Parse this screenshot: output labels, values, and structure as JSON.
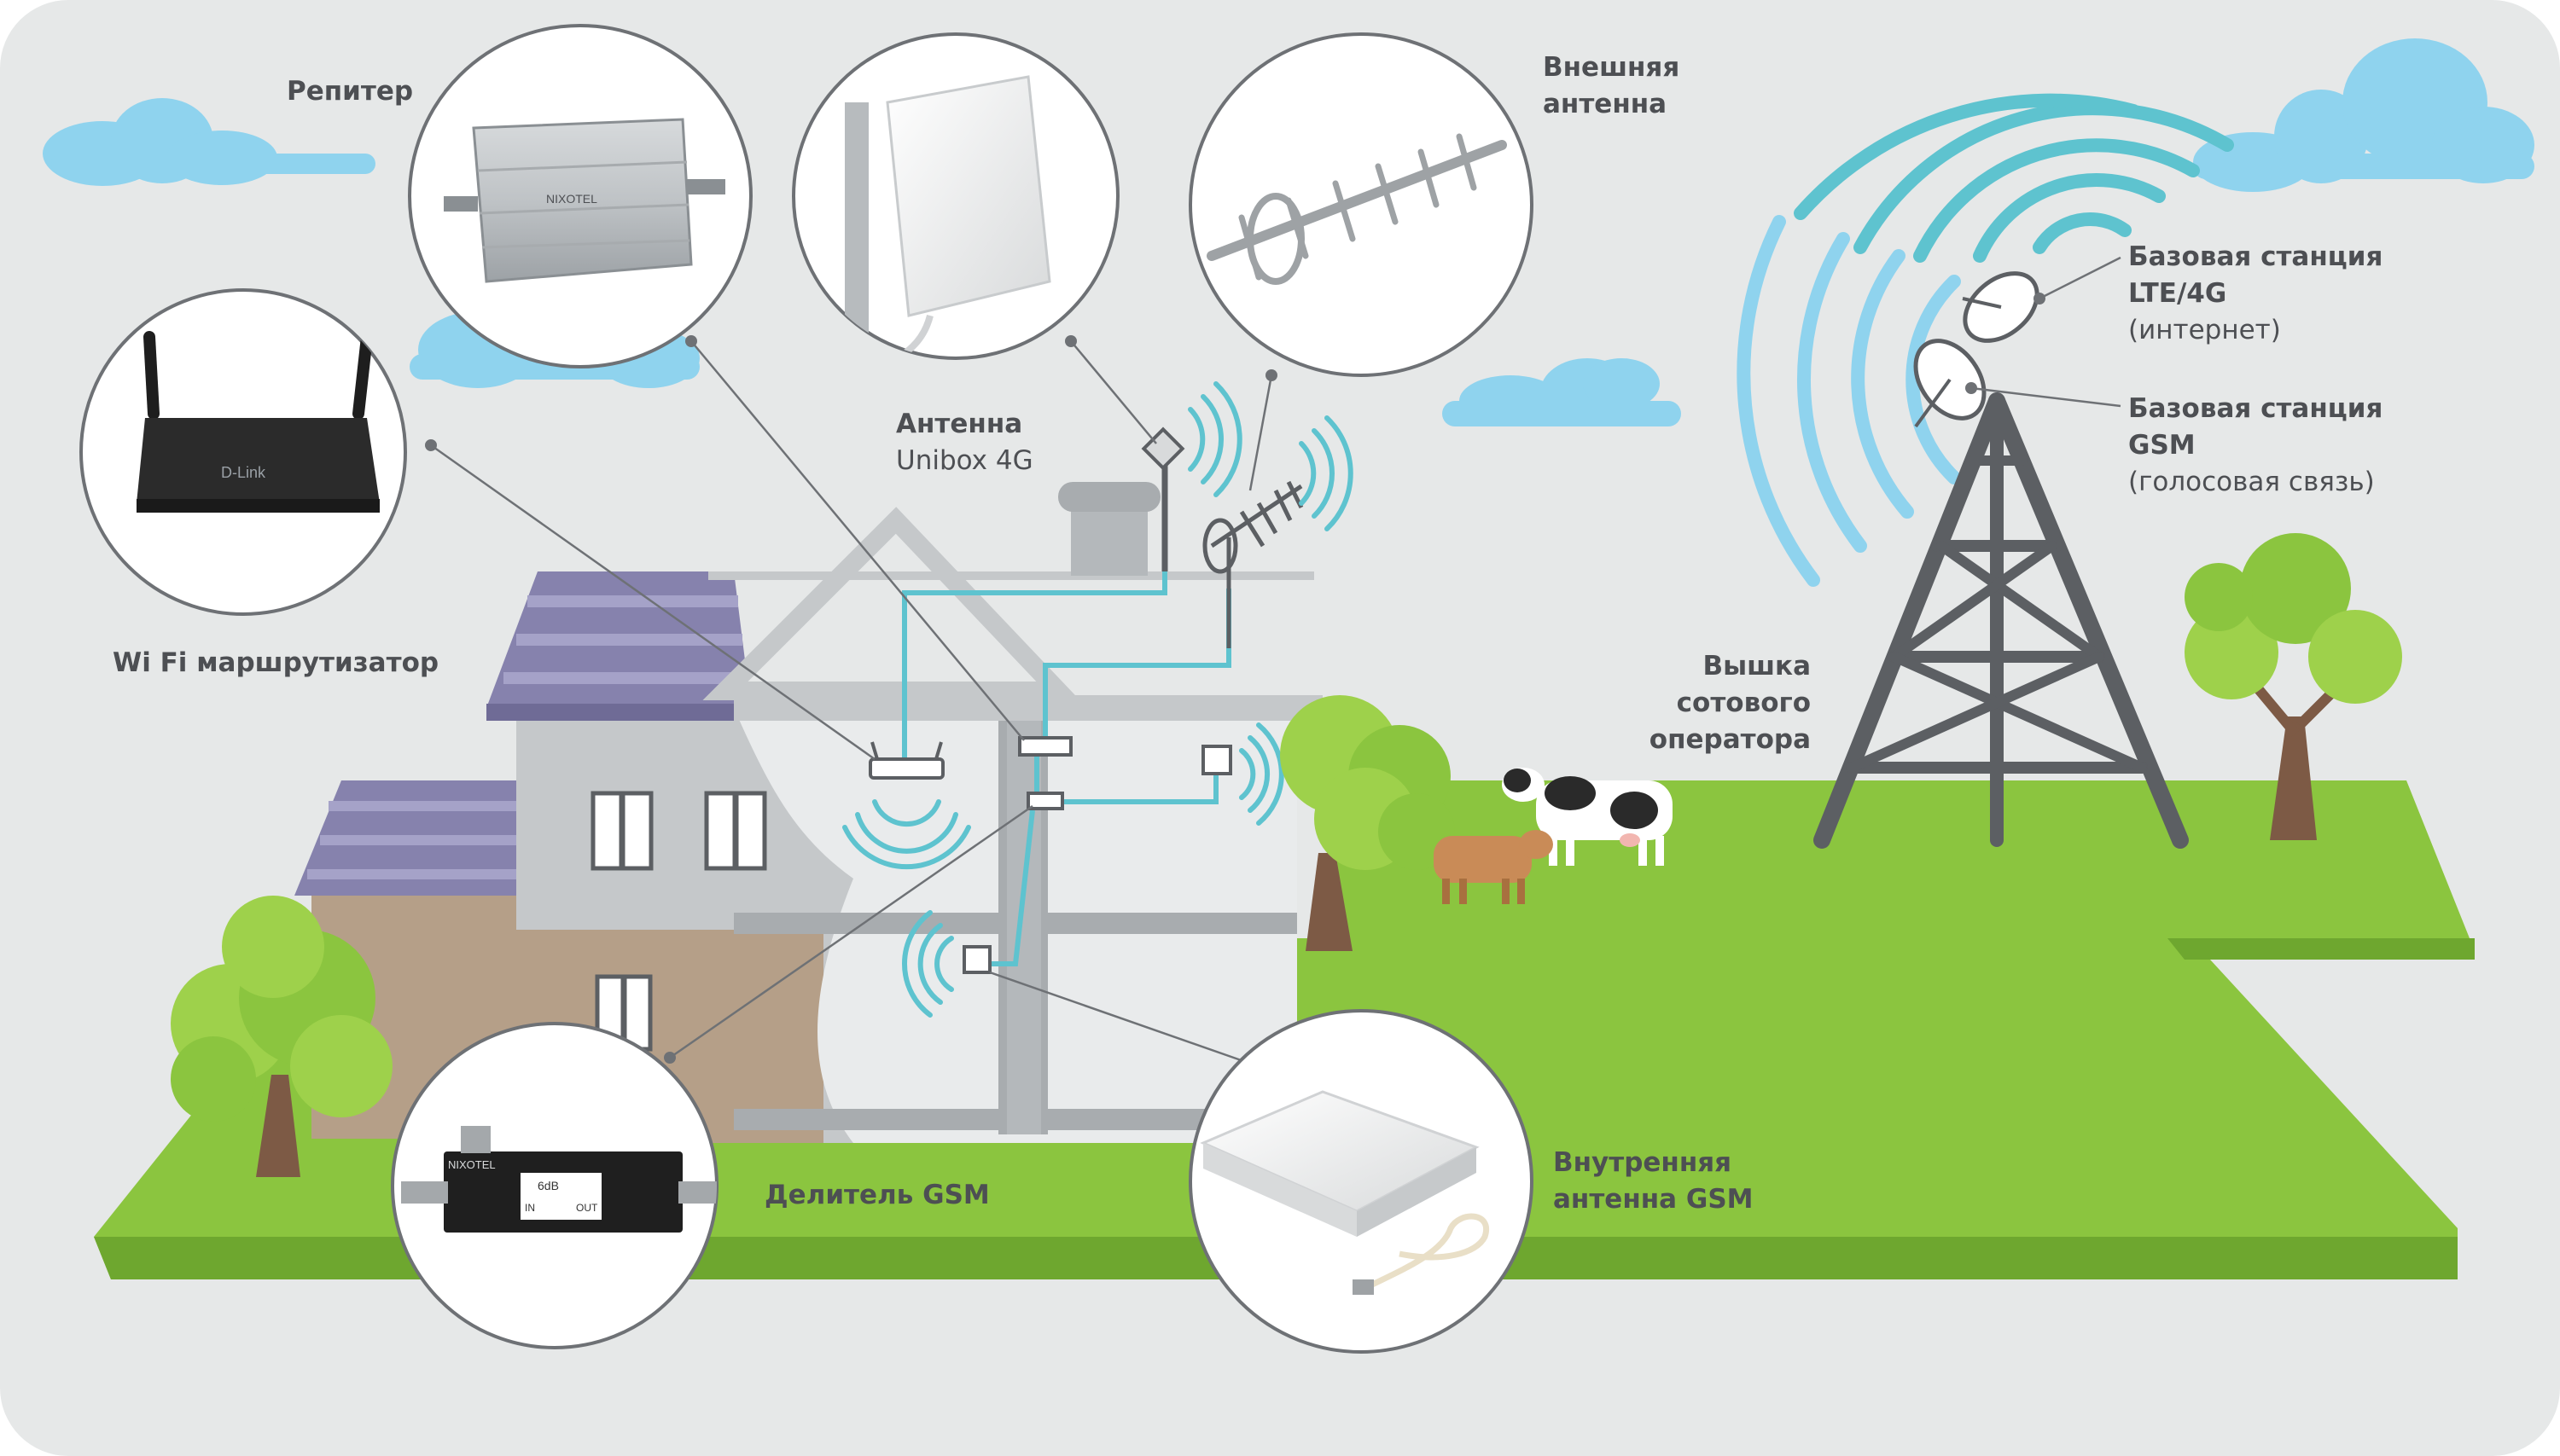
{
  "labels": {
    "repeater": "Репитер",
    "external_antenna_1": "Внешняя",
    "external_antenna_2": "антенна",
    "wifi_router": "Wi Fi маршрутизатор",
    "unibox_1": "Антенна",
    "unibox_2": "Unibox 4G",
    "base_lte_1": "Базовая станция",
    "base_lte_2": "LTE/4G",
    "base_lte_3": "(интернет)",
    "base_gsm_1": "Базовая станция",
    "base_gsm_2": "GSM",
    "base_gsm_3": "(голосовая связь)",
    "tower_1": "Вышка",
    "tower_2": "сотового",
    "tower_3": "оператора",
    "splitter": "Делитель GSM",
    "internal_antenna_1": "Внутренняя",
    "internal_antenna_2": "антенна GSM"
  },
  "device_markings": {
    "repeater_brand": "NIXOTEL",
    "splitter_brand": "NIXOTEL",
    "splitter_value": "6dB",
    "splitter_in": "IN",
    "splitter_out": "OUT",
    "router_brand": "D-Link"
  },
  "colors": {
    "background": "#e6e8e8",
    "grass": "#8bc53f",
    "grass_dark": "#6ea72f",
    "roof": "#8682ad",
    "wall": "#b4b8bb",
    "signal": "#5ec3cf",
    "tower": "#5c5f63",
    "cloud": "#8fd3ee",
    "label": "#4d4f53"
  }
}
